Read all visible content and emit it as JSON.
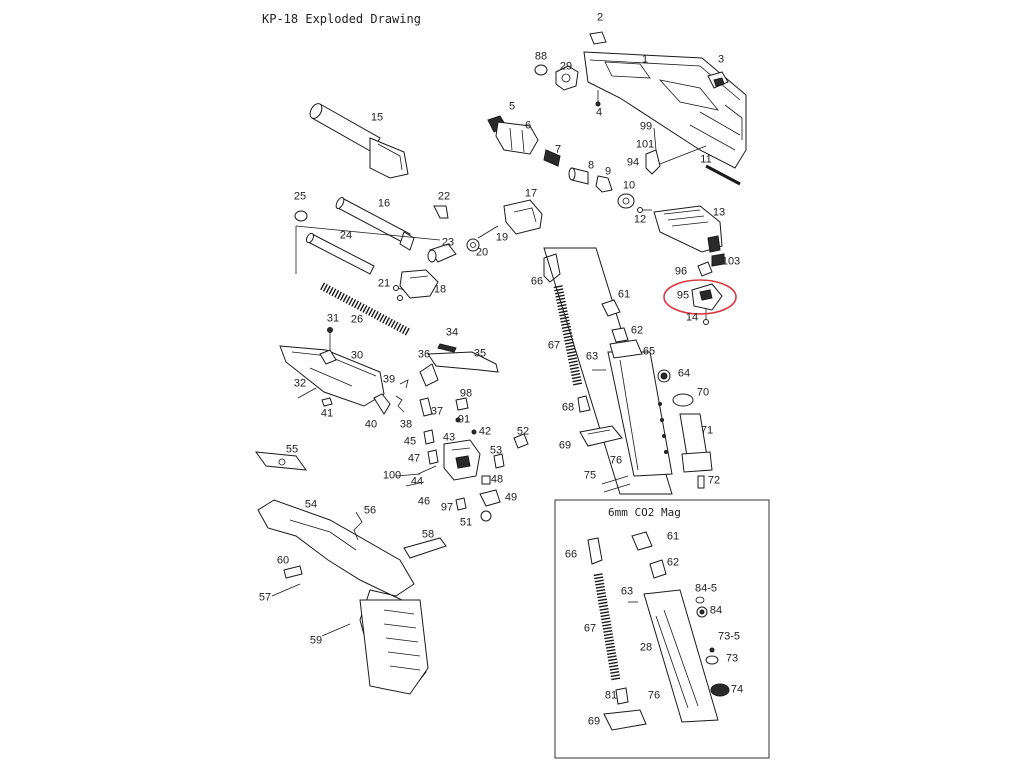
{
  "title": "KP-18 Exploded Drawing",
  "inset_title": "6mm CO2 Mag",
  "highlight_color": "#d9363e",
  "labels": {
    "p1": "1",
    "p2": "2",
    "p3": "3",
    "p4": "4",
    "p5": "5",
    "p6": "6",
    "p7": "7",
    "p8": "8",
    "p9": "9",
    "p10": "10",
    "p11": "11",
    "p12": "12",
    "p13": "13",
    "p14": "14",
    "p15": "15",
    "p16": "16",
    "p17": "17",
    "p18": "18",
    "p19": "19",
    "p20": "20",
    "p21": "21",
    "p22": "22",
    "p23": "23",
    "p24": "24",
    "p25": "25",
    "p26": "26",
    "p29": "29",
    "p30": "30",
    "p31": "31",
    "p32": "32",
    "p34": "34",
    "p35": "35",
    "p36": "36",
    "p37": "37",
    "p38": "38",
    "p39": "39",
    "p40": "40",
    "p41": "41",
    "p42": "42",
    "p43": "43",
    "p44": "44",
    "p45": "45",
    "p46": "46",
    "p47": "47",
    "p48": "48",
    "p49": "49",
    "p51": "51",
    "p52": "52",
    "p53": "53",
    "p54": "54",
    "p55": "55",
    "p56": "56",
    "p57": "57",
    "p58": "58",
    "p59": "59",
    "p60": "60",
    "p61": "61",
    "p62": "62",
    "p63": "63",
    "p64": "64",
    "p65": "65",
    "p66": "66",
    "p67": "67",
    "p68": "68",
    "p69": "69",
    "p70": "70",
    "p71": "71",
    "p72": "72",
    "p75": "75",
    "p76": "76",
    "p88": "88",
    "p91": "91",
    "p94": "94",
    "p95": "95",
    "p96": "96",
    "p97": "97",
    "p98": "98",
    "p99": "99",
    "p100": "100",
    "p101": "101",
    "p103": "103",
    "i28": "28",
    "i61": "61",
    "i62": "62",
    "i63": "63",
    "i66": "66",
    "i67": "67",
    "i69": "69",
    "i73": "73",
    "i73s": "73-5",
    "i74": "74",
    "i76": "76",
    "i81": "81",
    "i84": "84",
    "i84s": "84-5"
  }
}
